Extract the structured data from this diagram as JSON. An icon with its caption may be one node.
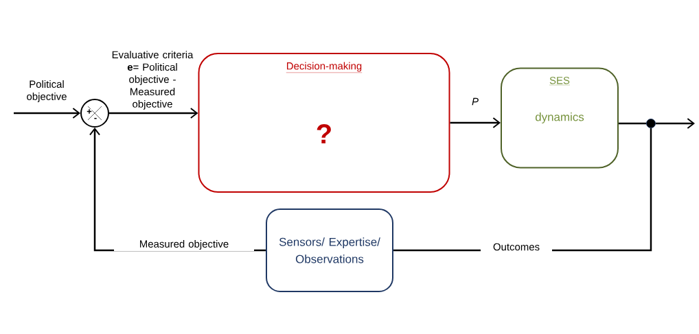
{
  "diagram": {
    "nodes": [
      {
        "text": [
          "+",
          "-"
        ]
      },
      {
        "text": [
          "Decision-making",
          "?"
        ]
      },
      {
        "text": [
          "SES",
          "dynamics"
        ]
      },
      {
        "text": [
          "Sensors/ Expertise/ Observations"
        ]
      },
      {
        "text": [],
        "shape": "circle"
      }
    ],
    "edges": [
      {
        "from": null,
        "to": 0,
        "arrow": "to",
        "label": "Political objective"
      },
      {
        "from": 0,
        "to": 1,
        "arrow": "to",
        "label": "Evaluative criteria **e**= Political objective - Measured objective"
      },
      {
        "from": 1,
        "to": 2,
        "arrow": "to",
        "label": "P"
      },
      {
        "from": 2,
        "to": 4,
        "arrow": "none"
      },
      {
        "from": 4,
        "to": null,
        "arrow": "to"
      },
      {
        "from": 4,
        "to": 3,
        "arrow": "none",
        "label": "Outcomes"
      },
      {
        "from": 3,
        "to": 0,
        "arrow": "to",
        "label": "Measured objective"
      }
    ]
  }
}
